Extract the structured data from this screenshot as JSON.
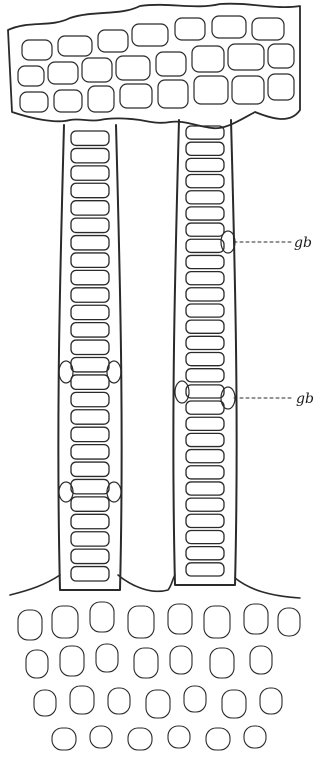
{
  "figure": {
    "labels": [
      {
        "id": "gb-upper",
        "text": "gb"
      },
      {
        "id": "gb-lower",
        "text": "gb"
      }
    ]
  }
}
